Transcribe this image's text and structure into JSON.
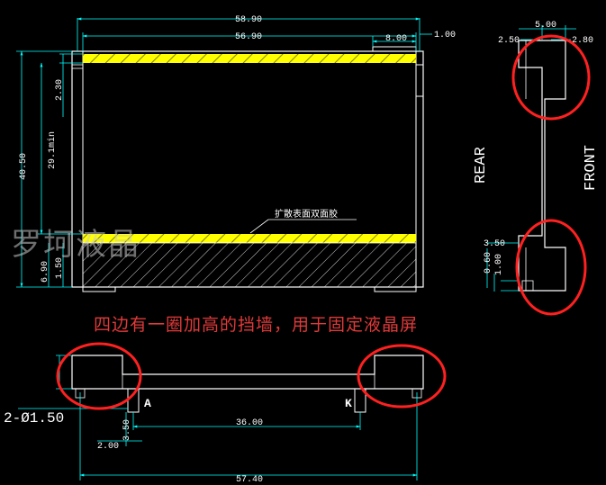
{
  "colors": {
    "background": "#000000",
    "line": "#ffffff",
    "dimension": "#00ffff",
    "tape": "#ffff00",
    "highlight": "#ff2020",
    "annotation_text": "#e03a3a"
  },
  "front_view": {
    "overall_width": "58.90",
    "inner_width": "56.90",
    "tab_width": "8.00",
    "tab_offset": "1.00",
    "overall_height": "40.50",
    "top_band": "2.30",
    "view_area_height": "29.1min",
    "bottom_height": "6.90",
    "bottom_band": "1.50",
    "tape_note": "扩散表面双面胶"
  },
  "side_view": {
    "top_width": "5.00",
    "left_wall": "2.50",
    "right_wall": "2.80",
    "lower_height": "3.50",
    "lower_step_a": "0.60",
    "lower_step_b": "1.00",
    "rear_label": "REAR",
    "front_label": "FRONT"
  },
  "bottom_view": {
    "pin_spec": "2-Ø1.50",
    "pin_length": "3.50",
    "pin_offset": "2.00",
    "pin_pitch": "36.00",
    "overall_width": "57.40",
    "anode_label": "A",
    "cathode_label": "K"
  },
  "annotation": "四边有一圈加高的挡墙，用于固定液晶屏",
  "watermark": "罗坷液晶"
}
